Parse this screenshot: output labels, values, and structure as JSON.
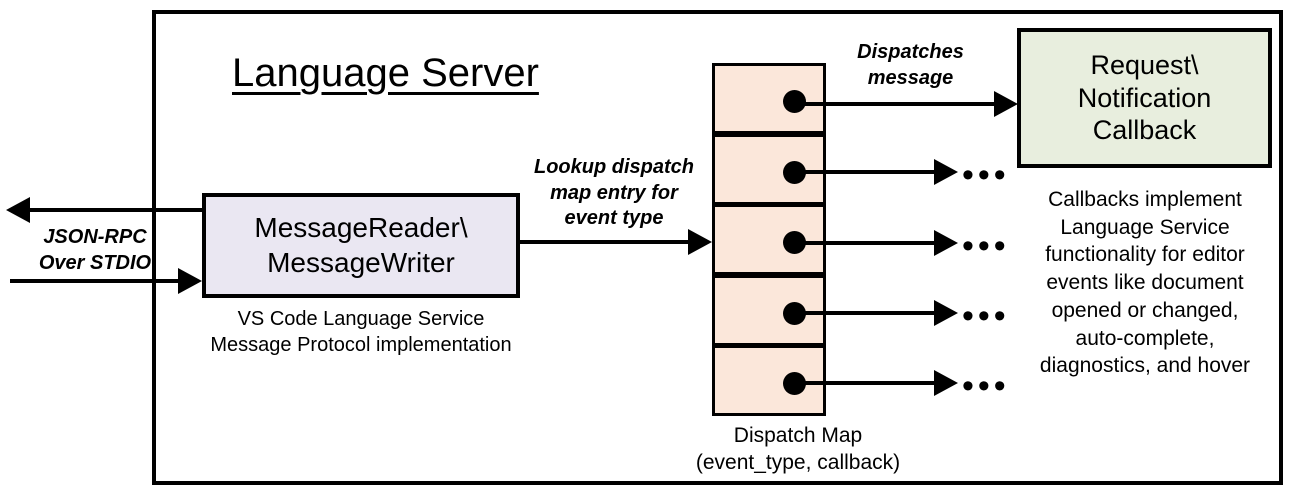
{
  "diagram": {
    "title": "Language Server",
    "frame_name": "language-server-boundary"
  },
  "nodes": {
    "message_io": {
      "label": "MessageReader\\\nMessageWriter",
      "line1": "MessageReader\\",
      "line2": "MessageWriter",
      "fill": "#EAE7F2",
      "caption_line1": "VS Code Language Service",
      "caption_line2": "Message Protocol implementation"
    },
    "dispatch_map": {
      "caption_line1": "Dispatch Map",
      "caption_line2": "(event_type, callback)",
      "fill": "#FBE7DA",
      "row_count": 5,
      "rows": [
        {
          "index": 1,
          "has_dot": true,
          "target": "Request\\Notification Callback"
        },
        {
          "index": 2,
          "has_dot": true,
          "target": "..."
        },
        {
          "index": 3,
          "has_dot": true,
          "target": "..."
        },
        {
          "index": 4,
          "has_dot": true,
          "target": "..."
        },
        {
          "index": 5,
          "has_dot": true,
          "target": "..."
        }
      ]
    },
    "callback": {
      "line1": "Request\\",
      "line2": "Notification",
      "line3": "Callback",
      "fill": "#E8EEDE",
      "caption": "Callbacks implement Language Service functionality for editor events like document opened or changed, auto-complete, diagnostics, and hover",
      "caption_lines": [
        "Callbacks implement",
        "Language Service",
        "functionality for editor",
        "events like document",
        "opened or changed,",
        "auto-complete,",
        "diagnostics, and hover"
      ]
    }
  },
  "edges": {
    "transport": {
      "label_line1": "JSON-RPC",
      "label_line2": "Over STDIO",
      "direction": "bidirectional"
    },
    "lookup": {
      "label_line1": "Lookup dispatch",
      "label_line2": "map entry for",
      "label_line3": "event type",
      "direction": "right"
    },
    "dispatch": {
      "label_line1": "Dispatches",
      "label_line2": "message",
      "direction": "right"
    },
    "ellipsis": "•••"
  },
  "colors": {
    "stroke": "#000000",
    "background": "#FFFFFF",
    "lavender": "#EAE7F2",
    "peach": "#FBE7DA",
    "green": "#E8EEDE"
  }
}
